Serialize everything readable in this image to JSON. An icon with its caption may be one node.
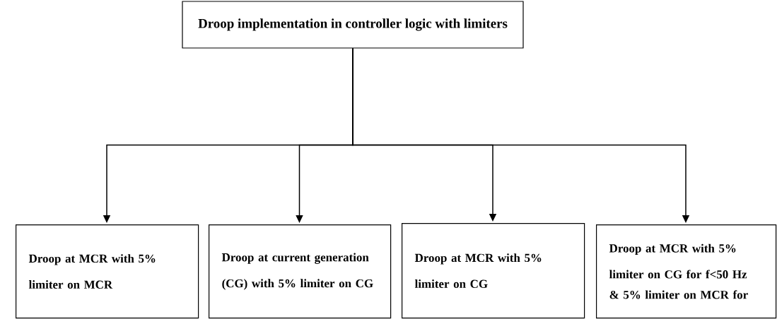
{
  "diagram": {
    "nodes": [
      {
        "text": [
          "Droop implementation in controller logic with limiters"
        ]
      },
      {
        "text": [
          "Droop at MCR with 5% limiter on MCR"
        ]
      },
      {
        "text": [
          "Droop at current generation (CG) with 5% limiter on CG"
        ]
      },
      {
        "text": [
          "Droop at MCR with 5% limiter on CG"
        ]
      },
      {
        "text": [
          "Droop at MCR with 5% limiter on CG for f<50 Hz & 5% limiter on MCR for"
        ]
      }
    ],
    "edges": [
      {
        "from": 0,
        "to": 1,
        "arrow": "to"
      },
      {
        "from": 0,
        "to": 2,
        "arrow": "to"
      },
      {
        "from": 0,
        "to": 3,
        "arrow": "to"
      },
      {
        "from": 0,
        "to": 4,
        "arrow": "to"
      }
    ]
  }
}
